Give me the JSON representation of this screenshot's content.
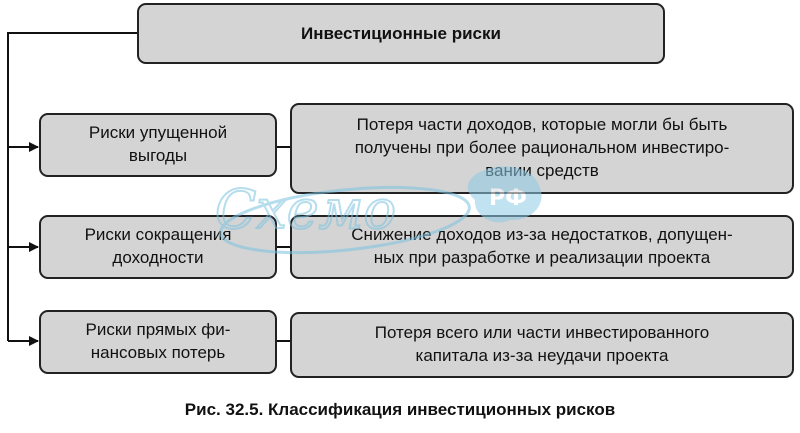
{
  "root": {
    "label": "Инвестиционные риски"
  },
  "categories": [
    {
      "label": "Риски упущенной\nвыгоды",
      "description": "Потеря части доходов, которые могли бы быть\nполучены при более рациональном инвестиро-\nвании средств"
    },
    {
      "label": "Риски сокращения\nдоходности",
      "description": "Снижение доходов из-за недостатков, допущен-\nных при разработке и реализации проекта"
    },
    {
      "label": "Риски прямых фи-\nнансовых потерь",
      "description": "Потеря всего или части инвестированного\nкапитала из-за неудачи проекта"
    }
  ],
  "watermark": {
    "text": "Схемо.РФ",
    "color": "#7cc3e0"
  },
  "caption": "Рис. 32.5. Классификация инвестиционных рисков"
}
